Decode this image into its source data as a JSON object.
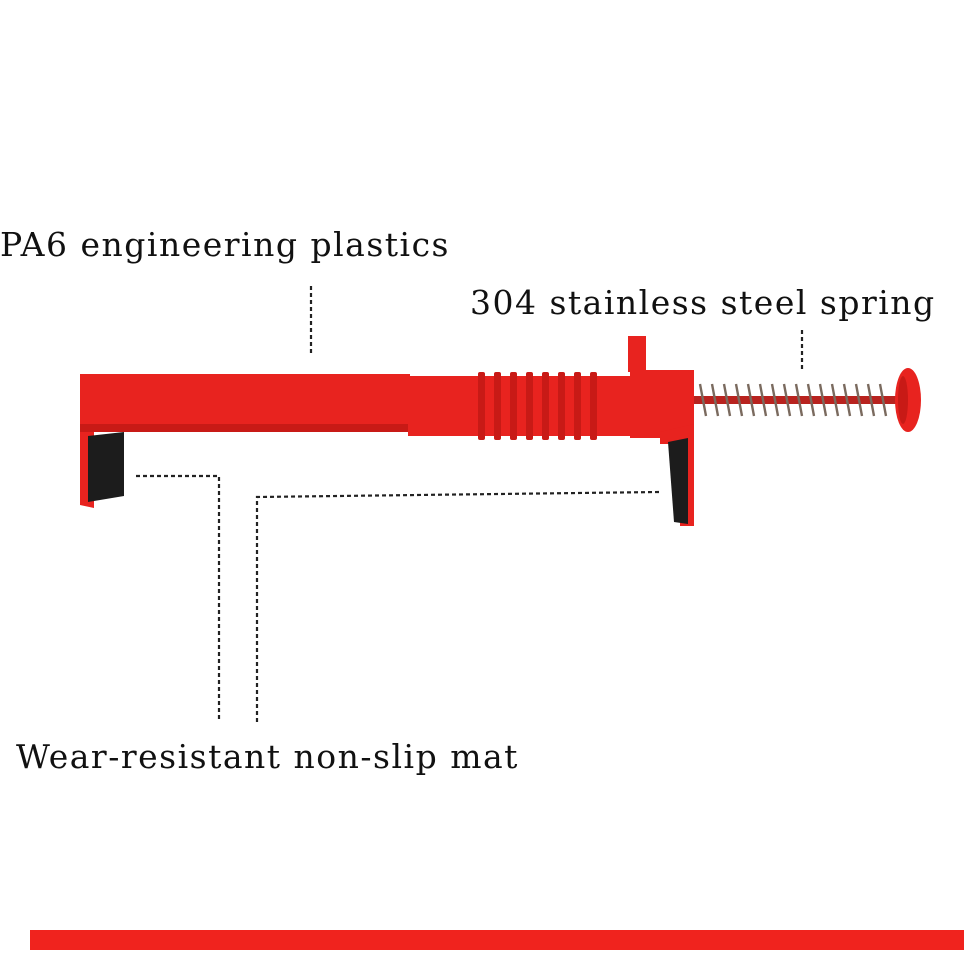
{
  "labels": {
    "plastics": "PA6 engineering plastics",
    "spring": "304 stainless steel spring",
    "mat": "Wear-resistant non-slip mat"
  },
  "colors": {
    "body_red": "#e8231f",
    "body_red_dark": "#c81a16",
    "mat_black": "#1c1c1c",
    "spring_metal": "#7a6a5e",
    "bar_red": "#f0231e",
    "leader_line": "#222222"
  },
  "icons": {
    "tool": "brick-line-clamp-tool"
  }
}
